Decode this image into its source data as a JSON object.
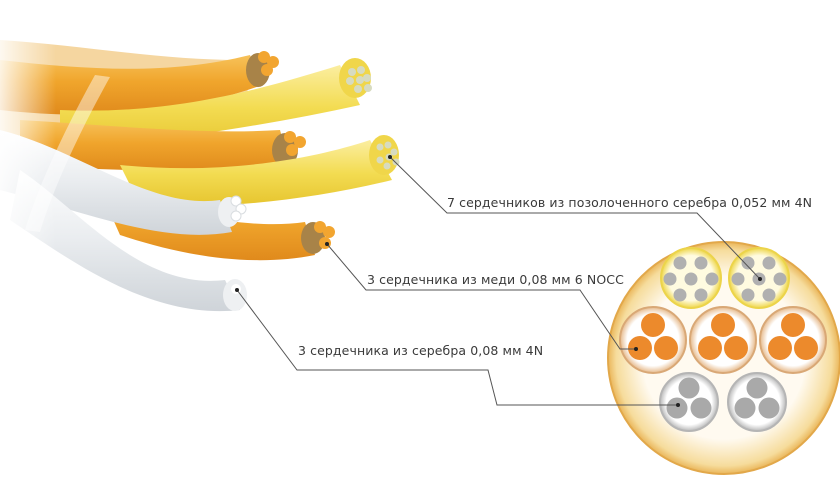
{
  "diagram": {
    "type": "cable-construction",
    "labels": [
      {
        "id": "gold-silver",
        "text": "7 сердечников из позолоченного серебра 0,052 мм 4N"
      },
      {
        "id": "copper",
        "text": "3 сердечника из меди 0,08 мм 6 NOCC"
      },
      {
        "id": "silver",
        "text": "3 сердечника из серебра 0,08 мм 4N"
      }
    ],
    "cross_section": {
      "gold_silver_bundles": 2,
      "copper_bundles": 3,
      "silver_bundles": 2,
      "cores_per_gold_silver_bundle": 7,
      "cores_per_copper_bundle": 3,
      "cores_per_silver_bundle": 3
    },
    "colors": {
      "copper": "#ec8a2c",
      "gold": "#f2d84a",
      "silver_core": "#a9a9a9",
      "jacket": "#f3c46a",
      "leader_line": "#555555"
    }
  }
}
